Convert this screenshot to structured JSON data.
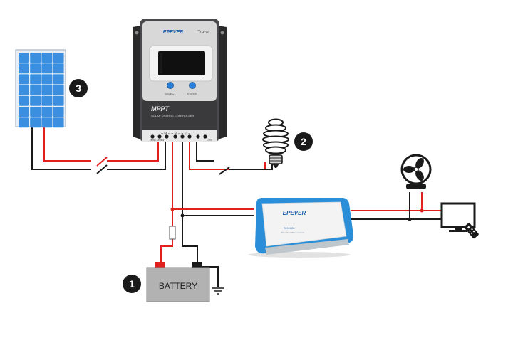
{
  "controller": {
    "brand": "EPEVER",
    "model": "Tracer",
    "type_main": "MPPT",
    "type_sub": "SOLAR CHARGE CONTROLLER",
    "select_label": "SELECT",
    "enter_label": "ENTER",
    "temp_label": "Temp Sensor",
    "com_label": "COM"
  },
  "inverter": {
    "brand": "EPEVER",
    "model": "SHI1000",
    "subtitle": "Pure Sine Wave Inverter"
  },
  "battery": {
    "label": "BATTERY"
  },
  "markers": {
    "one": "1",
    "two": "2",
    "three": "3"
  },
  "colors": {
    "positive_wire": "#e0201c",
    "negative_wire": "#1a1a1a",
    "controller_body": "#4a4a4c",
    "inverter_accent": "#2a8fd8",
    "solar_cell": "#3a8fe0"
  }
}
